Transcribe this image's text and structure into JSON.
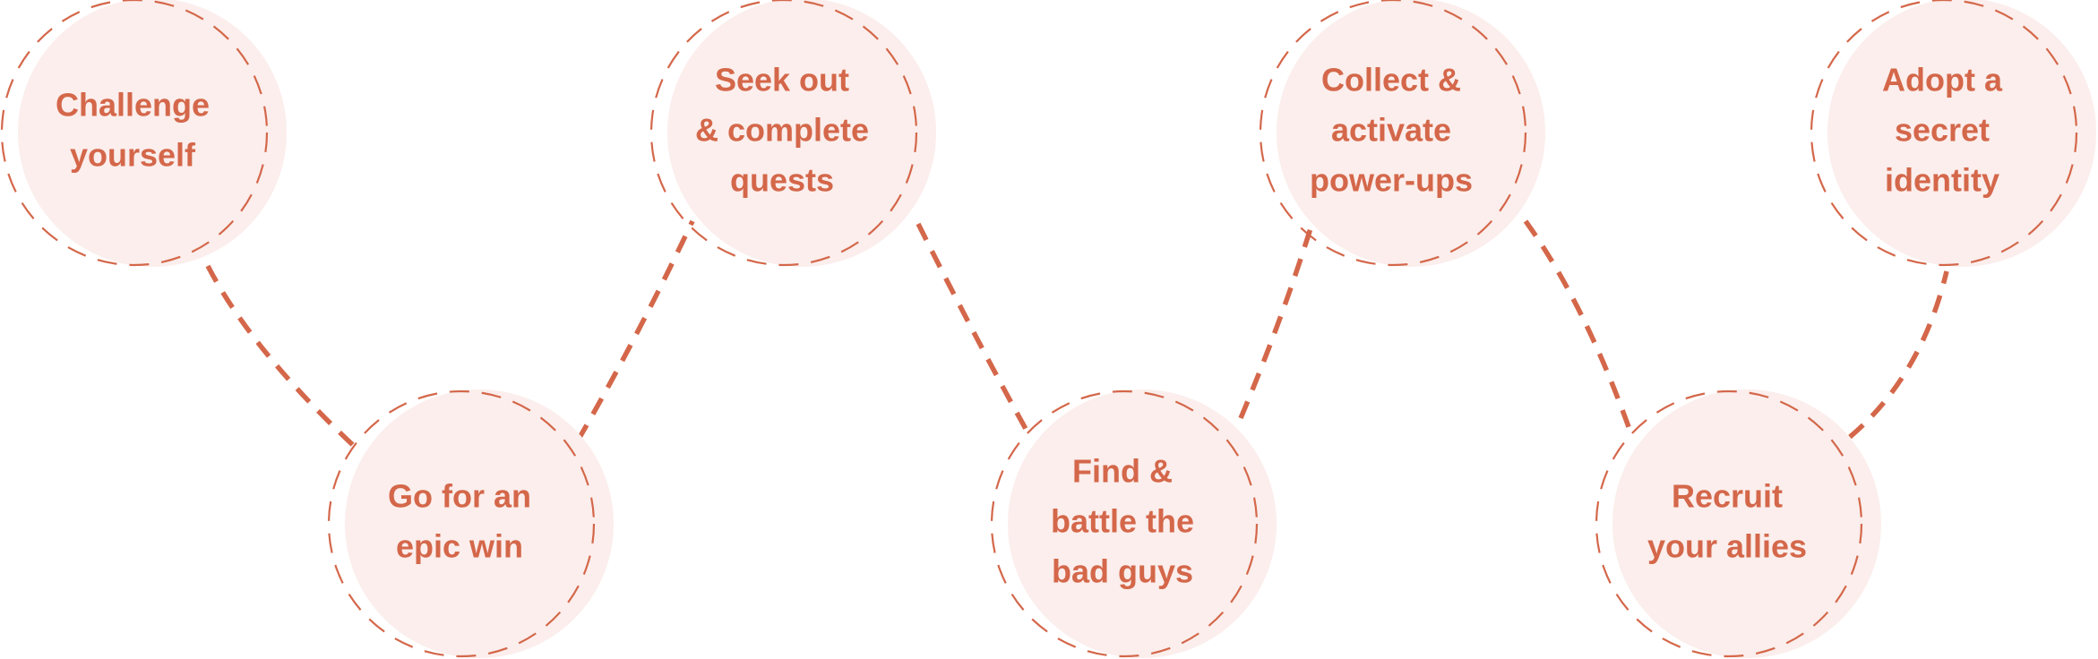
{
  "steps": [
    {
      "id": "challenge",
      "lines": [
        "Challenge",
        "yourself"
      ]
    },
    {
      "id": "epic-win",
      "lines": [
        "Go for an",
        "epic win"
      ]
    },
    {
      "id": "quests",
      "lines": [
        "Seek out",
        "& complete",
        "quests"
      ]
    },
    {
      "id": "bad-guys",
      "lines": [
        "Find &",
        "battle the",
        "bad guys"
      ]
    },
    {
      "id": "power-ups",
      "lines": [
        "Collect &",
        "activate",
        "power-ups"
      ]
    },
    {
      "id": "allies",
      "lines": [
        "Recruit",
        "your allies"
      ]
    },
    {
      "id": "identity",
      "lines": [
        "Adopt a",
        "secret",
        "identity"
      ]
    }
  ],
  "colors": {
    "accent": "#d4674a",
    "node_fill": "#fbeeec",
    "background": "#ffffff"
  }
}
